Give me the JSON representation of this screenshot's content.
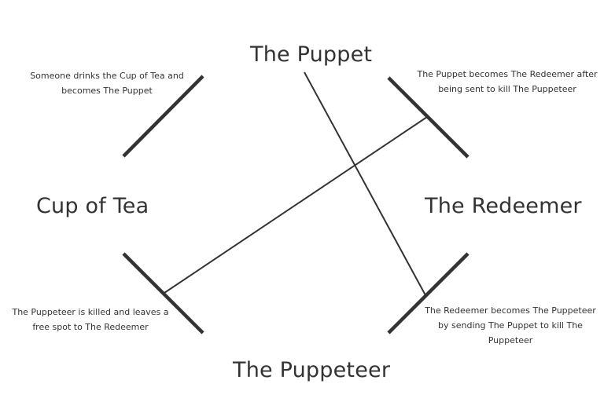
{
  "nodes": {
    "puppet": "The Puppet",
    "cup_of_tea": "Cup of Tea",
    "redeemer": "The Redeemer",
    "puppeteer": "The Puppeteer"
  },
  "transitions": {
    "tea_to_puppet": "Someone drinks the Cup of Tea and becomes The Puppet",
    "puppet_to_redeemer": "The Puppet becomes The Redeemer after being sent to kill The Puppeteer",
    "puppeteer_to_tea": "The Puppeteer is killed and leaves a free spot to The Redeemer",
    "redeemer_to_puppeteer": "The Redeemer becomes The Puppeteer by sending The Puppet to kill The Puppeteer"
  },
  "colors": {
    "line": "#333333",
    "text": "#333333",
    "background": "#ffffff"
  }
}
